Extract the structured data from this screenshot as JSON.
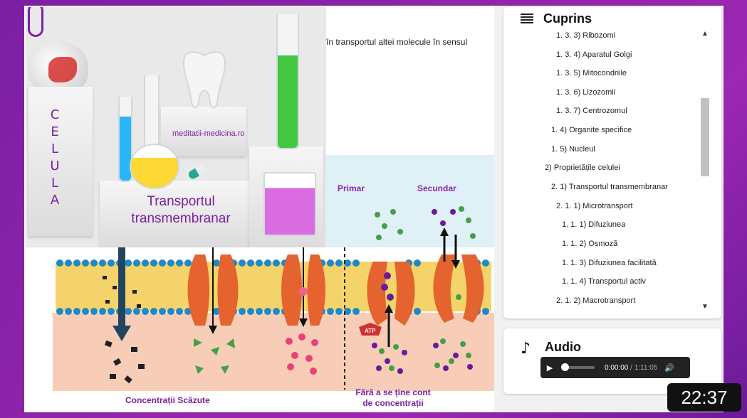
{
  "document": {
    "text_line": "în transportul altei molecule în sensul"
  },
  "thumbnail": {
    "vertical_word": "CELULA",
    "watermark": "meditatii-medicina.ro",
    "title_line1": "Transportul",
    "title_line2": "transmembranar",
    "accent_color": "#7b1fa2"
  },
  "diagram": {
    "label_primar": "Primar",
    "label_secundar": "Secundar",
    "atp_label": "ATP",
    "caption_left": "Concentrații Scăzute",
    "caption_right_line1": "Fără a se ține cont",
    "caption_right_line2": "de concentrații"
  },
  "toc": {
    "title": "Cuprins",
    "items": [
      "1. 3. 3) Ribozomi",
      "1. 3. 4) Aparatul Golgi",
      "1. 3. 5) Mitocondriile",
      "1. 3. 6) Lizozomii",
      "1. 3. 7) Centrozomul",
      "1. 4) Organite specifice",
      "1. 5) Nucleul",
      "2) Proprietățile celulei",
      "2. 1) Transportul transmembranar",
      "2. 1. 1) Microtransport",
      "1. 1. 1) Difuziunea",
      "1. 1. 2) Osmoză",
      "1. 1. 3) Difuziunea facilitată",
      "1. 1. 4) Transportul activ",
      "2. 1. 2) Macrotransport"
    ],
    "scroll_up_icon": "chevron-up-icon",
    "scroll_down_icon": "chevron-down-icon"
  },
  "audio": {
    "title": "Audio",
    "current_time": "0:00:00",
    "separator": " / ",
    "duration": "1:11:05",
    "progress": 0
  },
  "video": {
    "timestamp": "22:37"
  }
}
